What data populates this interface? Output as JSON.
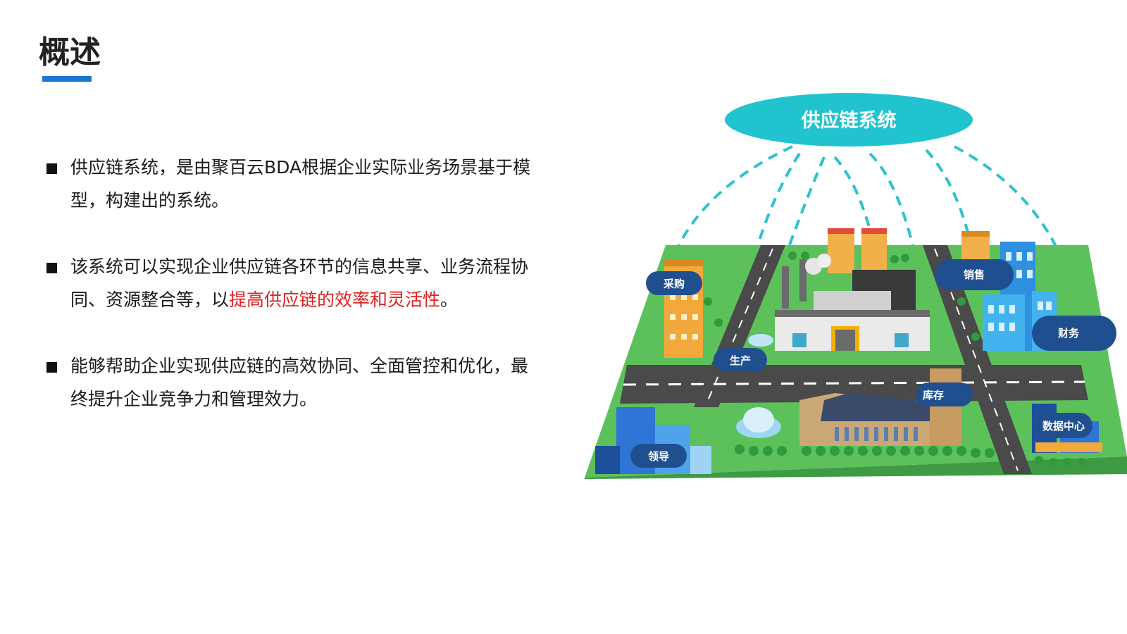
{
  "slide": {
    "title": "概述",
    "colors": {
      "accent": "#1976d2",
      "highlight": "#e0201f",
      "teal": "#21c3cf",
      "navy": "#1f4f8f",
      "grass": "#5cc15a"
    }
  },
  "bullets": [
    {
      "text": "供应链系统，是由聚百云BDA根据企业实际业务场景基于模型，构建出的系统。"
    },
    {
      "text_before": "该系统可以实现企业供应链各环节的信息共享、业务流程协同、资源整合等，以",
      "text_highlight": "提高供应链的效率和灵活性",
      "text_after": "。"
    },
    {
      "text": "能够帮助企业实现供应链的高效协同、全面管控和优化，最终提升企业竞争力和管理效力。"
    }
  ],
  "diagram": {
    "center_label": "供应链系统",
    "modules": {
      "purchase": "采购",
      "production": "生产",
      "sales": "销售",
      "finance": "财务",
      "inventory": "库存",
      "datacenter": "数据中心",
      "leader": "领导"
    }
  }
}
